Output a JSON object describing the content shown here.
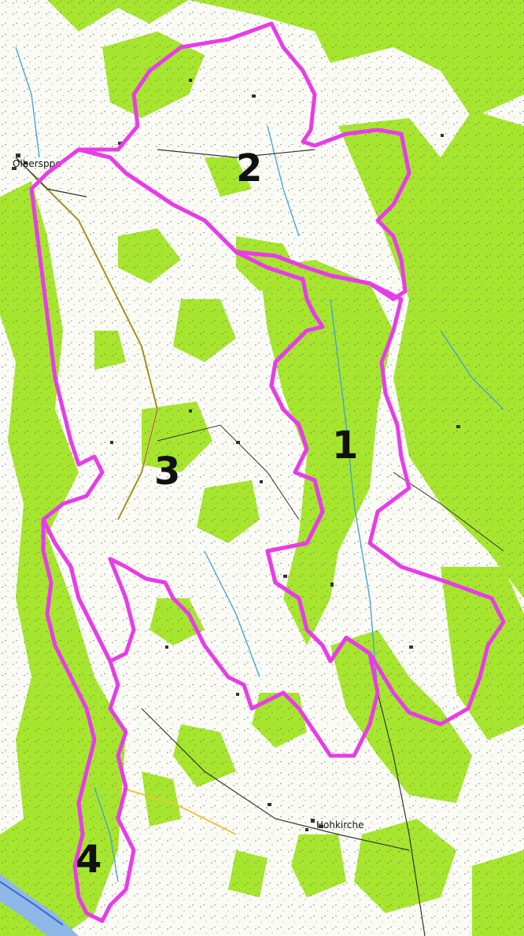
{
  "map": {
    "colors": {
      "background": "#fbfbf6",
      "forest": "#a6e62e",
      "forest_dark": "#8ccf22",
      "boundary": "#e83ce8",
      "water": "#3aa0e0",
      "river": "#8fb8e8",
      "road": "#333333",
      "road_yellow": "#e8c838",
      "label": "#111111"
    },
    "area_labels": [
      "1",
      "2",
      "3",
      "4"
    ],
    "place_names": {
      "olbersdorf": "Olbersppe",
      "hohenkirch": "Hohkirche"
    }
  }
}
